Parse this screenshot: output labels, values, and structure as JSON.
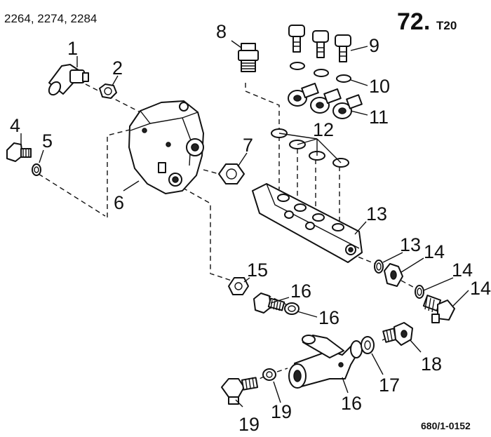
{
  "header": {
    "models": "2264, 2274, 2284",
    "page_number": "72.",
    "page_suffix": "T20"
  },
  "reference": "680/1-0152",
  "callouts": [
    "1",
    "2",
    "4",
    "5",
    "6",
    "7",
    "8",
    "9",
    "10",
    "11",
    "12",
    "13",
    "13",
    "14",
    "14",
    "14",
    "15",
    "16",
    "16",
    "16",
    "17",
    "18",
    "19",
    "19"
  ]
}
